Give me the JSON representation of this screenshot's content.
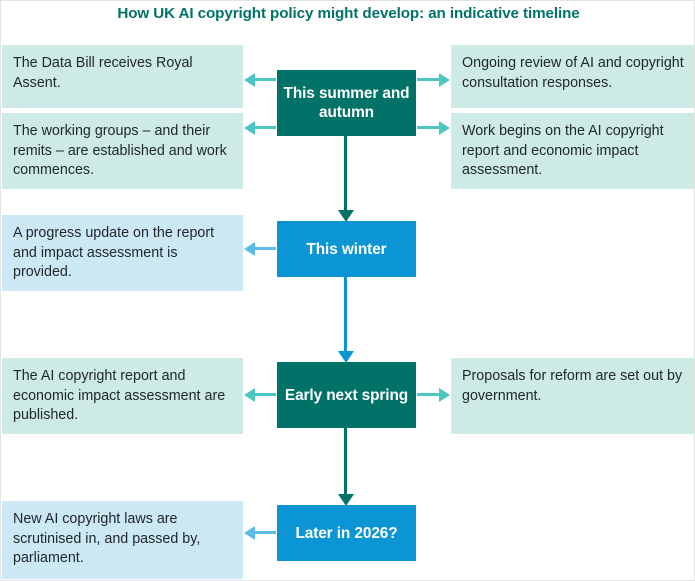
{
  "figure": {
    "title": "How UK AI copyright policy might develop: an indicative timeline",
    "title_color": "#007268",
    "background": "#ffffff"
  },
  "palette": {
    "node_teal": "#007268",
    "node_blue": "#0b95d4",
    "box_teal_tint": "#cdeae6",
    "box_blue_tint": "#cce8f5",
    "arrow_teal_mid": "#4cc6c0",
    "arrow_blue_mid": "#5cbde8",
    "body_text": "#20282c",
    "node_text": "#ffffff"
  },
  "timeline": {
    "stages": [
      {
        "id": "summer-autumn",
        "node_label": "This summer and autumn",
        "node_color": "#007268",
        "left_items": [
          {
            "text": "The Data Bill receives Royal Assent."
          },
          {
            "text": "The working groups – and their remits – are established and work commences."
          }
        ],
        "right_items": [
          {
            "text": "Ongoing review of AI and copyright consultation responses."
          },
          {
            "text": "Work begins on the AI copyright report and economic impact assessment."
          }
        ]
      },
      {
        "id": "winter",
        "node_label": "This winter",
        "node_color": "#0b95d4",
        "left_items": [
          {
            "text": "A progress update on the report and impact assessment is provided."
          }
        ],
        "right_items": []
      },
      {
        "id": "early-next-spring",
        "node_label": "Early next spring",
        "node_color": "#007268",
        "left_items": [
          {
            "text": "The AI copyright report and economic impact assessment are published."
          }
        ],
        "right_items": [
          {
            "text": "Proposals for reform are set out by government."
          }
        ]
      },
      {
        "id": "later-2026",
        "node_label": "Later in 2026?",
        "node_color": "#0b95d4",
        "left_items": [
          {
            "text": "New AI copyright laws are scrutinised in, and passed by, parliament."
          }
        ],
        "right_items": []
      }
    ],
    "flow_connectors": [
      {
        "from": "summer-autumn",
        "to": "winter",
        "direction": "down",
        "color": "#007268"
      },
      {
        "from": "winter",
        "to": "early-next-spring",
        "direction": "down",
        "color": "#0b95d4"
      },
      {
        "from": "early-next-spring",
        "to": "later-2026",
        "direction": "down",
        "color": "#007268"
      }
    ]
  }
}
